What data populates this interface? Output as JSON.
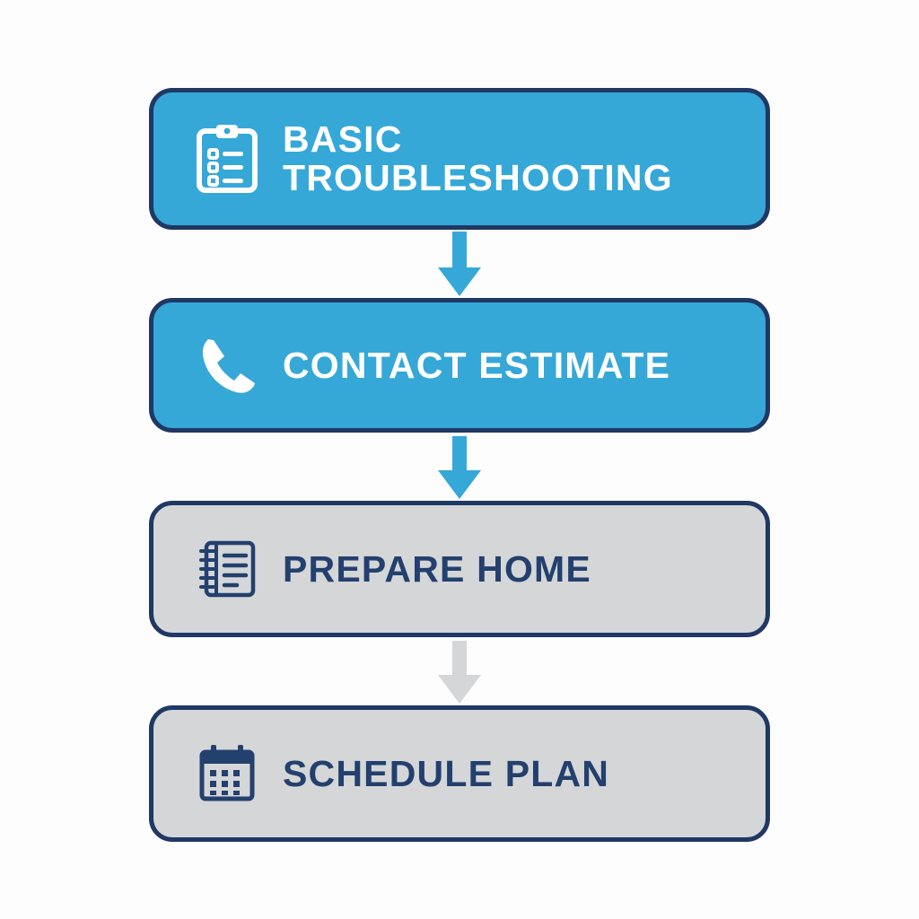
{
  "diagram": {
    "type": "flowchart",
    "orientation": "vertical",
    "background_color": "#fdfdfd",
    "steps": [
      {
        "label": "Basic Troubleshooting",
        "icon": "clipboard-checklist-icon",
        "fill_color": "#35a8d8",
        "border_color": "#1f3864",
        "text_color": "#ffffff"
      },
      {
        "label": "Contact Estimate",
        "icon": "phone-icon",
        "fill_color": "#35a8d8",
        "border_color": "#1f3864",
        "text_color": "#ffffff"
      },
      {
        "label": "Prepare Home",
        "icon": "notebook-icon",
        "fill_color": "#d5d6d8",
        "border_color": "#1f3864",
        "text_color": "#23406e"
      },
      {
        "label": "Schedule Plan",
        "icon": "calendar-icon",
        "fill_color": "#d5d6d8",
        "border_color": "#1f3864",
        "text_color": "#23406e"
      }
    ],
    "connectors": [
      {
        "icon": "down-arrow-icon",
        "color": "#35a8d8"
      },
      {
        "icon": "down-arrow-icon",
        "color": "#35a8d8"
      },
      {
        "icon": "down-arrow-icon",
        "color": "#d5d6d8"
      }
    ]
  }
}
